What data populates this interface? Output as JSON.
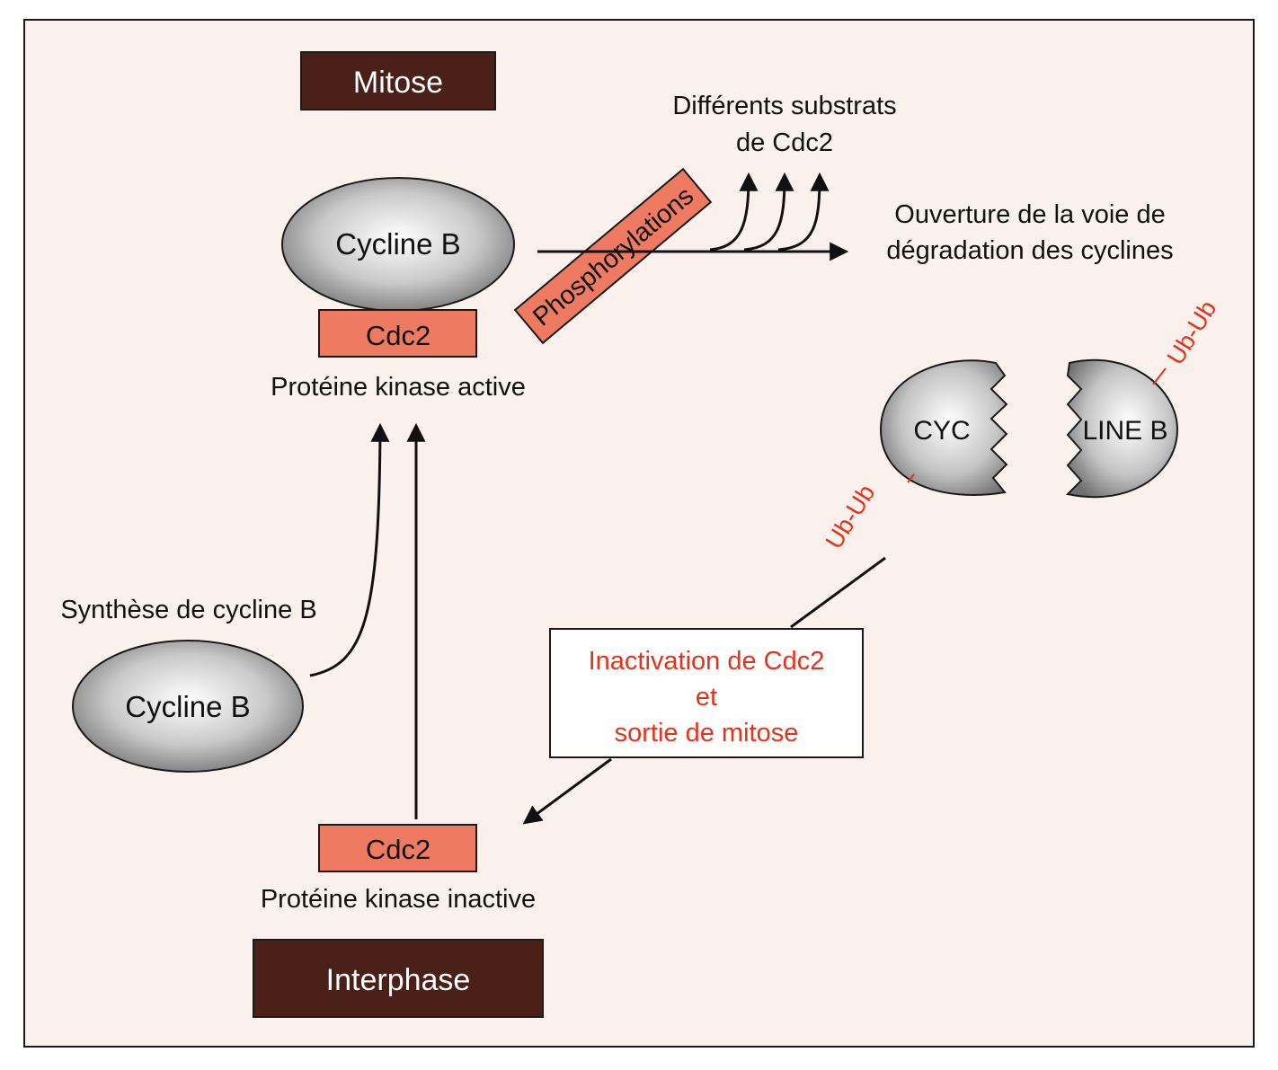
{
  "phases": {
    "mitosis": "Mitose",
    "interphase": "Interphase"
  },
  "active_complex": {
    "cyclin": "Cycline B",
    "kinase": "Cdc2",
    "caption": "Protéine kinase active"
  },
  "phosphorylation_label": "Phosphorylations",
  "substrates_label": {
    "line1": "Différents substrats",
    "line2": "de Cdc2"
  },
  "degradation_label": {
    "line1": "Ouverture de la voie de",
    "line2": "dégradation des cyclines"
  },
  "split_cyclin": {
    "left": "CYC",
    "right": "LINE B",
    "ubiquitin_top": "Ub-Ub",
    "ubiquitin_bottom": "Ub-Ub"
  },
  "synthesis": {
    "label": "Synthèse de cycline B",
    "cyclin": "Cycline B"
  },
  "inactivation_box": {
    "line1": "Inactivation de Cdc2",
    "line2": "et",
    "line3": "sortie de mitose"
  },
  "inactive_complex": {
    "kinase": "Cdc2",
    "caption": "Protéine kinase inactive"
  },
  "colors": {
    "background": "#fbf1ec",
    "phase_box": "#4a2018",
    "cdc2_fill": "#ef7a62",
    "accent_red": "#e3331b"
  }
}
